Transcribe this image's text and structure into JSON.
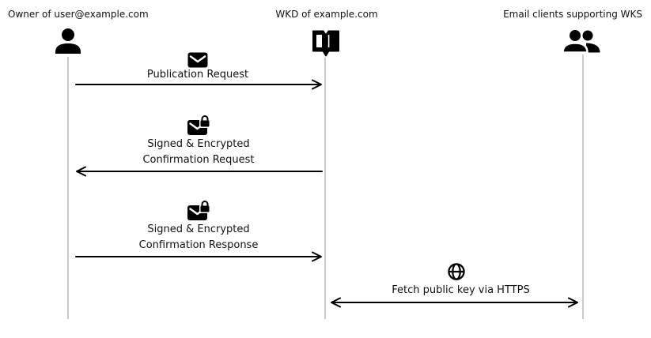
{
  "diagram": {
    "kind": "sequence-diagram",
    "topic": "OpenPGP Web Key Service publication and lookup flow",
    "actors": [
      {
        "id": "owner",
        "label": "Owner of user@example.com",
        "icon": "person-icon"
      },
      {
        "id": "wkd",
        "label": "WKD of example.com",
        "icon": "open-book-icon"
      },
      {
        "id": "clients",
        "label": "Email clients supporting WKS",
        "icon": "people-icon"
      }
    ],
    "messages": [
      {
        "from": "owner",
        "to": "wkd",
        "direction": "right",
        "icon": "envelope-icon",
        "lines": [
          "Publication Request"
        ]
      },
      {
        "from": "wkd",
        "to": "owner",
        "direction": "left",
        "icon": "envelope-lock-icon",
        "lines": [
          "Signed & Encrypted",
          "Confirmation Request"
        ]
      },
      {
        "from": "owner",
        "to": "wkd",
        "direction": "right",
        "icon": "envelope-lock-icon",
        "lines": [
          "Signed & Encrypted",
          "Confirmation Response"
        ]
      },
      {
        "from": "wkd",
        "to": "clients",
        "direction": "both",
        "icon": "globe-icon",
        "lines": [
          "Fetch public key via HTTPS"
        ]
      }
    ],
    "colors": {
      "background": "#ffffff",
      "text": "#111111",
      "icon": "#000000",
      "arrow": "#000000",
      "lifeline": "#cacaca"
    }
  }
}
